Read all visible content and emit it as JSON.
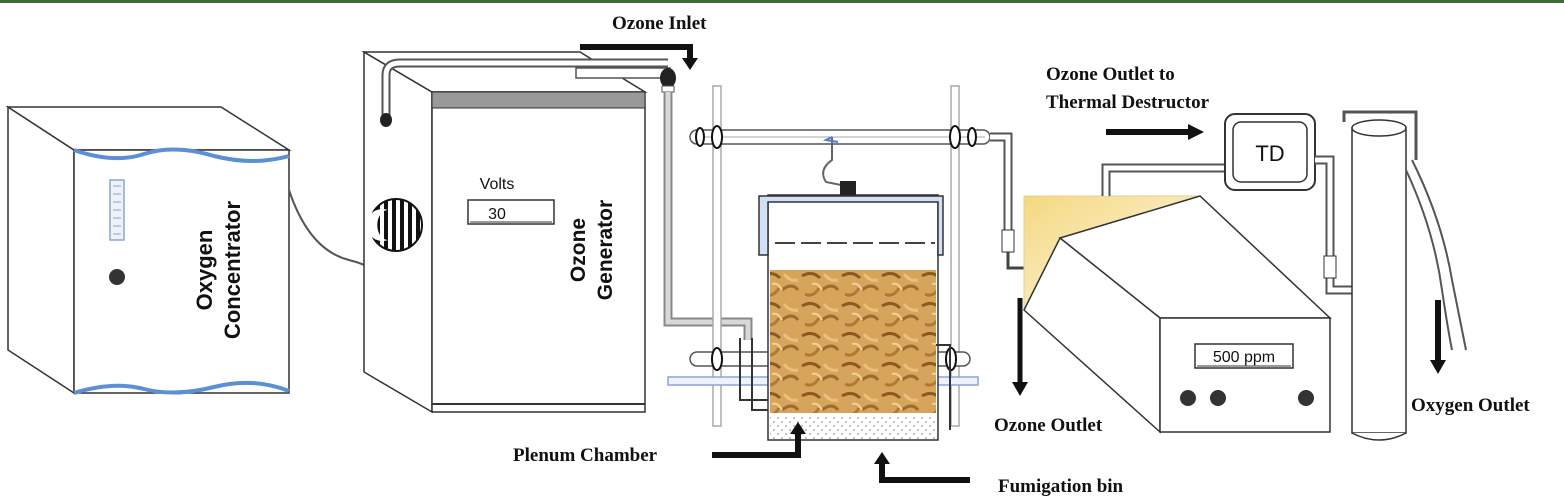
{
  "labels": {
    "ozone_inlet": "Ozone Inlet",
    "ozone_outlet_to_line1": "Ozone Outlet to",
    "ozone_outlet_to_line2": "Thermal Destructor",
    "td": "TD",
    "oxygen_line1": "Oxygen",
    "oxygen_line2": "Concentrator",
    "ozone_gen_line1": "Ozone",
    "ozone_gen_line2": "Generator",
    "volts": "Volts",
    "volts_value": "30",
    "ppm_value": "500 ppm",
    "ozone_outlet": "Ozone Outlet",
    "oxygen_outlet": "Oxygen Outlet",
    "plenum_chamber": "Plenum Chamber",
    "fumigation_bin": "Fumigation bin"
  },
  "colors": {
    "accent_blue": "#5b8fd6",
    "grain": "#c8974e",
    "analyzer_yellow": "#f6e08a",
    "frame": "#3f6b3a"
  }
}
